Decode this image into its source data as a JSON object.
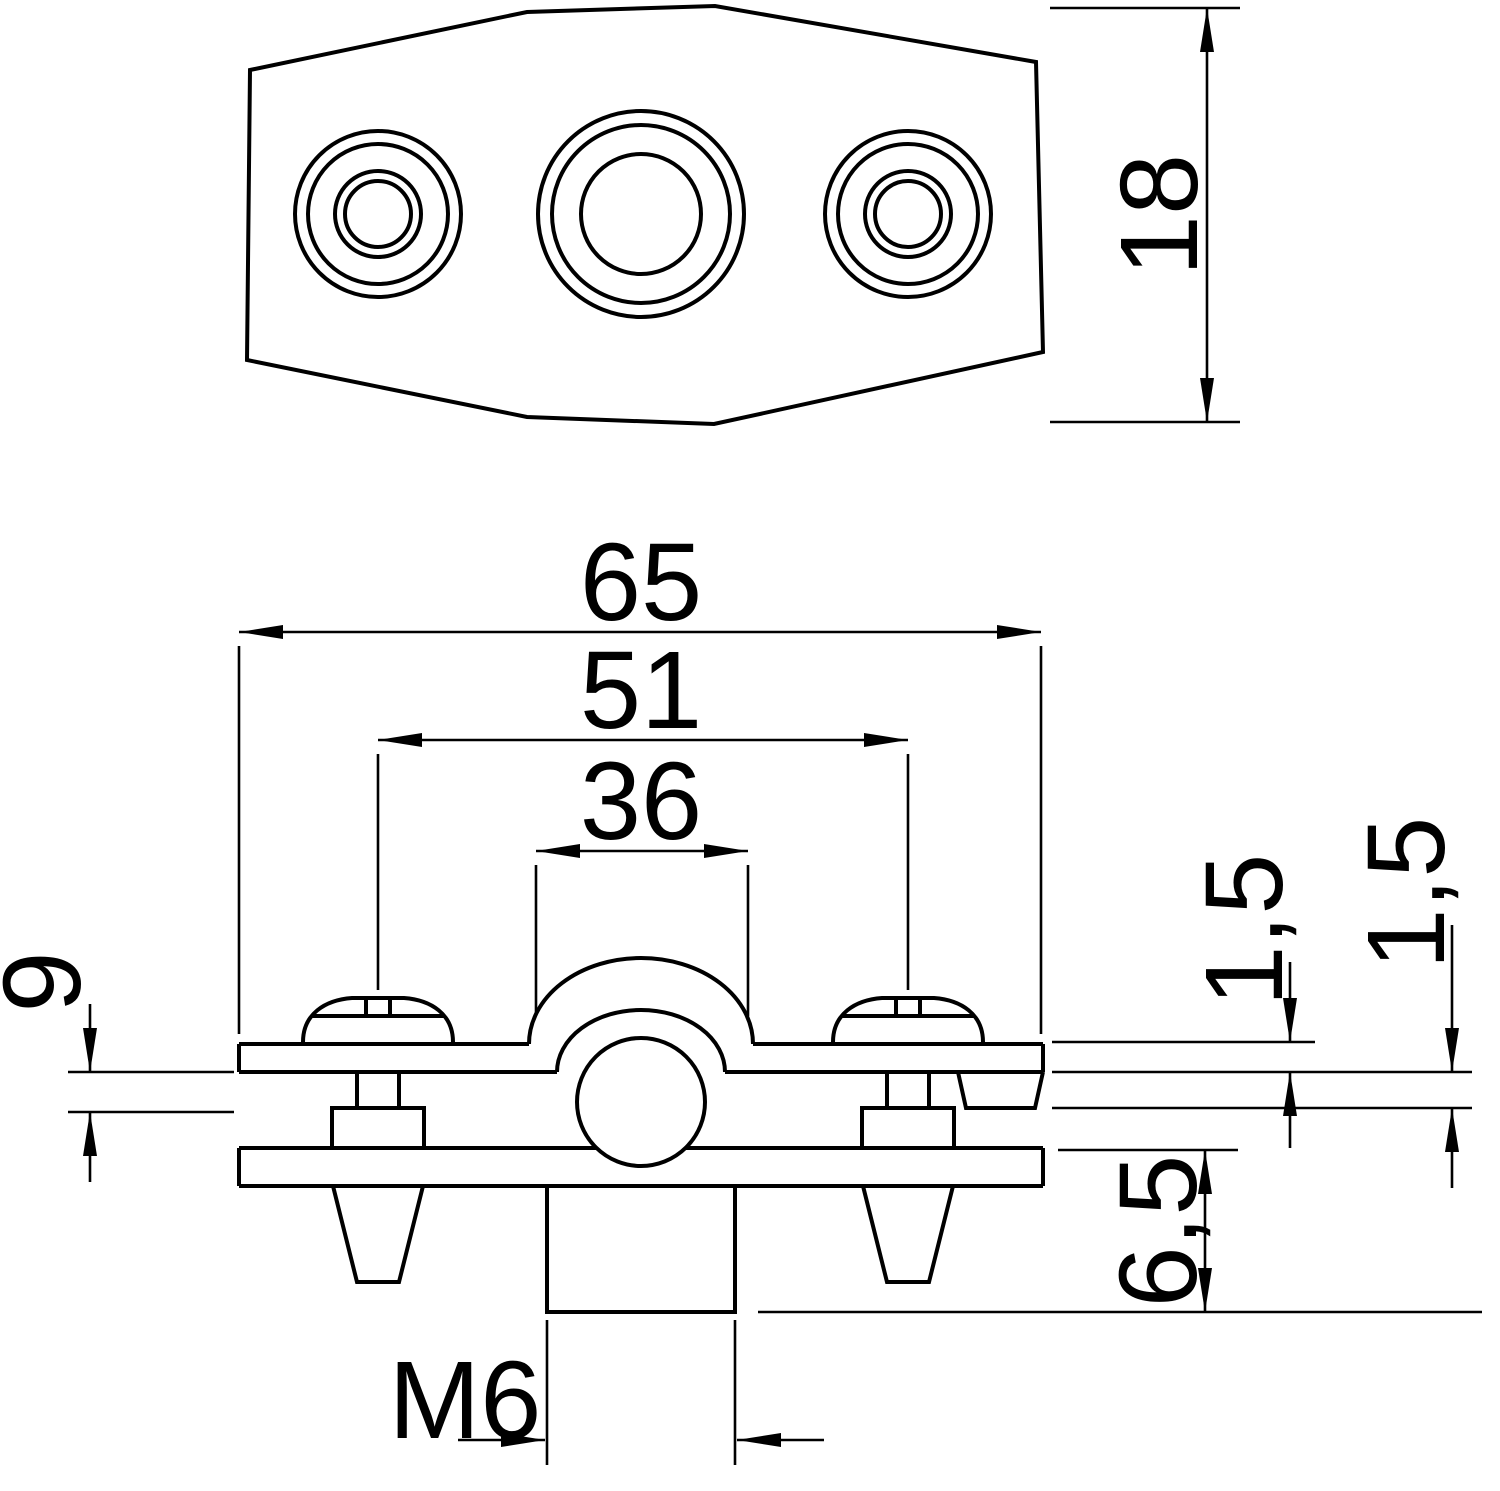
{
  "colors": {
    "line": "#000000",
    "background": "#ffffff"
  },
  "dimensions": {
    "plate_height": "18",
    "overall_length": "65",
    "hole_spacing": "51",
    "clamp_width": "36",
    "strap_width": "9",
    "upper_strap_thickness": "1,5",
    "lower_strap_thickness": "1,5",
    "stud_protrusion": "6,5",
    "thread_size": "M6"
  }
}
